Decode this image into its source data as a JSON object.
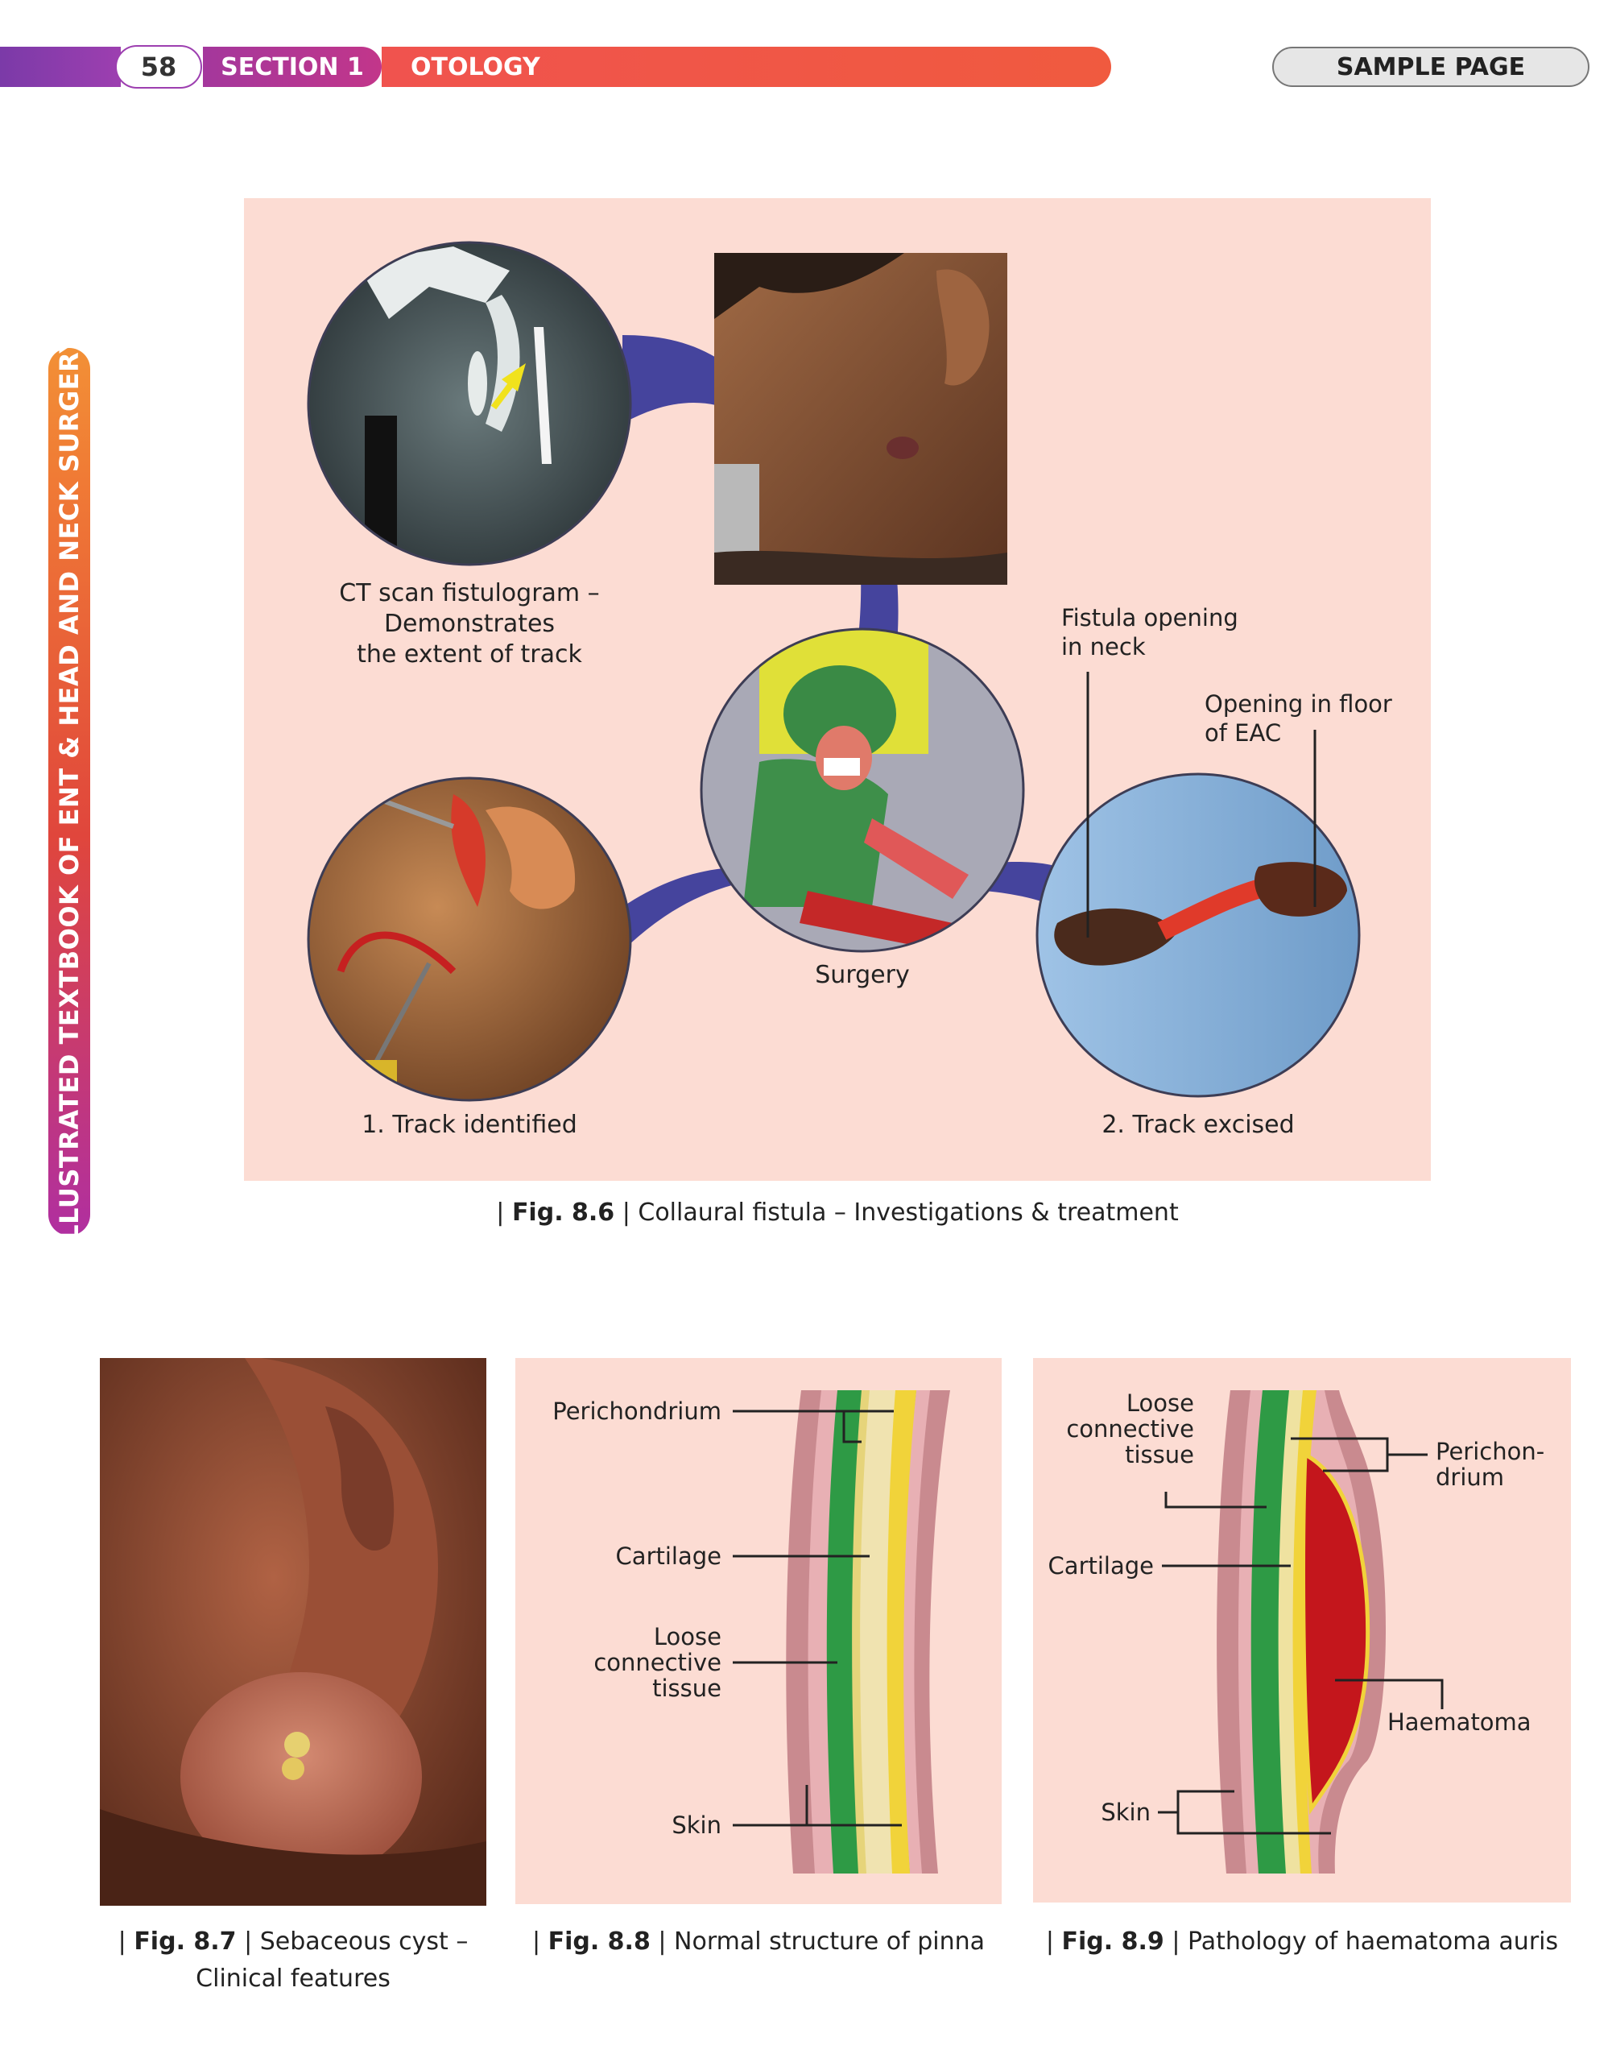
{
  "header": {
    "page_number": "58",
    "section": "SECTION 1",
    "topic": "OTOLOGY",
    "sample": "SAMPLE PAGE"
  },
  "side_title": "ILLUSTRATED TEXTBOOK OF ENT & HEAD AND NECK SURGERY",
  "fig86": {
    "ct_caption": [
      "CT scan fistulogram –",
      "Demonstrates",
      "the extent of track"
    ],
    "fistula_label": [
      "Fistula opening",
      "in neck"
    ],
    "eac_label": [
      "Opening in floor",
      "of EAC"
    ],
    "surgery_label": "Surgery",
    "track_identified": "1. Track identified",
    "track_excised": "2. Track excised",
    "caption_num": "Fig. 8.6",
    "caption_text": "Collaural fistula – Investigations & treatment"
  },
  "fig87": {
    "caption_num": "Fig. 8.7",
    "caption_text": [
      "Sebaceous cyst –",
      "Clinical features"
    ]
  },
  "fig88": {
    "perichondrium": "Perichondrium",
    "cartilage": "Cartilage",
    "loose": [
      "Loose",
      "connective",
      "tissue"
    ],
    "skin": "Skin",
    "caption_num": "Fig. 8.8",
    "caption_text": "Normal structure of pinna"
  },
  "fig89": {
    "loose": [
      "Loose",
      "connective",
      "tissue"
    ],
    "perichondrium": [
      "Perichon-",
      "drium"
    ],
    "cartilage": "Cartilage",
    "haematoma": "Haematoma",
    "skin": "Skin",
    "caption_num": "Fig. 8.9",
    "caption_text": "Pathology of haematoma auris"
  },
  "colors": {
    "section_purple": "#a4379c",
    "topic_red": "#f0534e",
    "figure_bg": "#fcdcd3",
    "connector_blue": "#3b3b9a"
  }
}
